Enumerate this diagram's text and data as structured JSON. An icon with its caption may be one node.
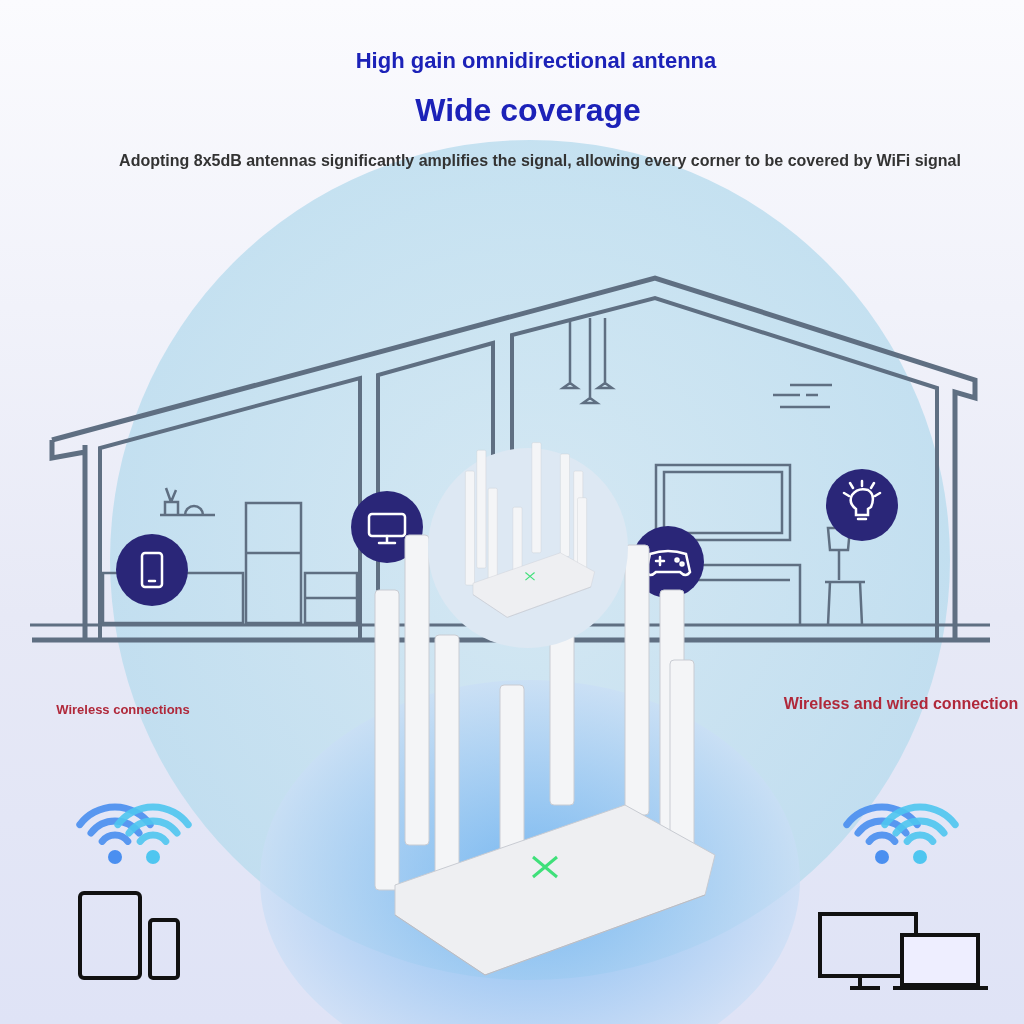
{
  "diagram": {
    "title": "High gain omnidirectional antenna",
    "labels": [
      "Wide coverage",
      "Adopting 8x5dB antennas significantly amplifies the signal, allowing every corner to be covered by WiFi signal",
      "Wireless connections",
      "Wireless and wired connection"
    ]
  }
}
